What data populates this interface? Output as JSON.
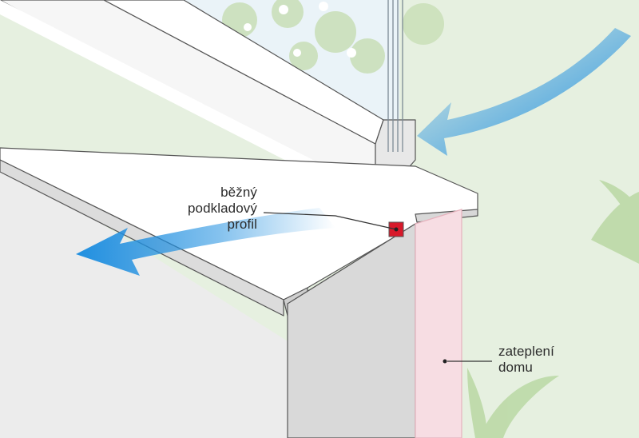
{
  "labels": {
    "profile": {
      "line1": "běžný",
      "line2": "podkladový",
      "line3": "profil"
    },
    "insulation": {
      "line1": "zateplení",
      "line2": "domu"
    }
  },
  "colors": {
    "background_right": "#e6f0e0",
    "wall_left": "#ececec",
    "wall_front": "#d9d9d9",
    "sill_top": "#ffffff",
    "sill_edge": "#d8d8d8",
    "insulation": "#f7dde3",
    "insulation_edge": "#e6b3be",
    "profile": "#d7192a",
    "glass": "#eaf3f8",
    "airflow_arrow": "#1f8fe0",
    "leaf": "#b7d7a0",
    "outline": "#555555"
  }
}
